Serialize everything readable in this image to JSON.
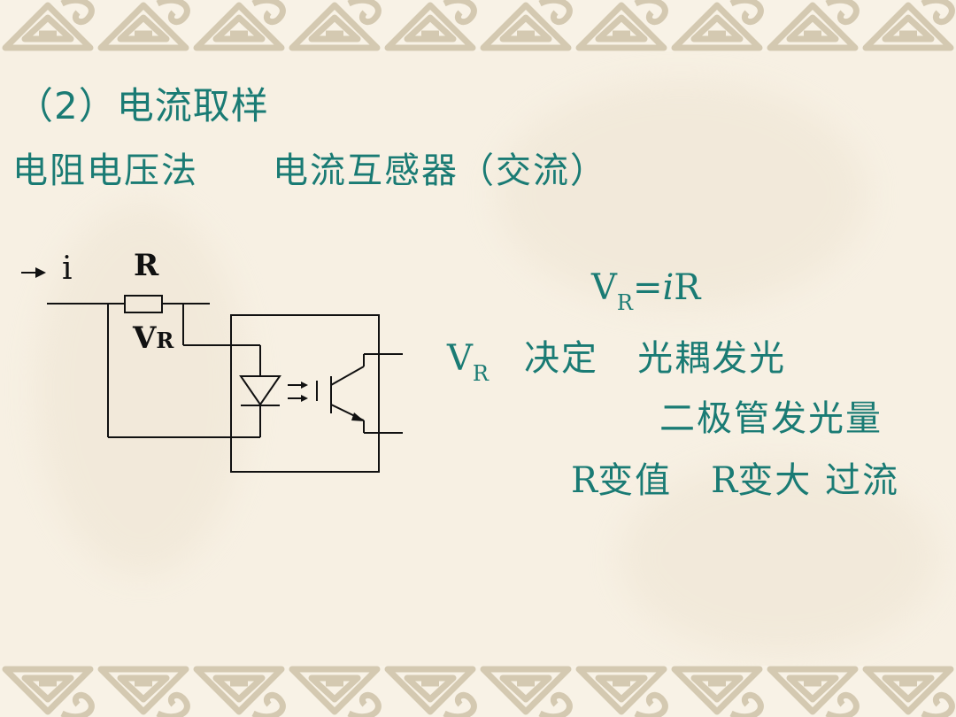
{
  "slide": {
    "heading": "（2）电流取样",
    "methods": {
      "method1": "电阻电压法",
      "method2": "电流互感器（交流）"
    },
    "circuit": {
      "current_label": "i",
      "resistor_label": "R",
      "voltage_label_main": "V",
      "voltage_label_sub": "R",
      "components": [
        "current-arrow",
        "resistor",
        "optocoupler-led",
        "light-arrows",
        "phototransistor"
      ]
    },
    "notes": {
      "formula": {
        "v": "V",
        "sub": "R",
        "eq": "=",
        "i": "i",
        "r": "R"
      },
      "line2": {
        "v": "V",
        "sub": "R",
        "text": "决定   光耦发光"
      },
      "line3": "二极管发光量",
      "line4": {
        "part1_r": "R",
        "part1": "变值",
        "part2_r": "R",
        "part2": "变大 过流"
      }
    },
    "colors": {
      "text": "#1a7b74",
      "background": "#f7f0e3",
      "border_pattern": "#d6ccb6",
      "circuit_line": "#111111"
    }
  }
}
